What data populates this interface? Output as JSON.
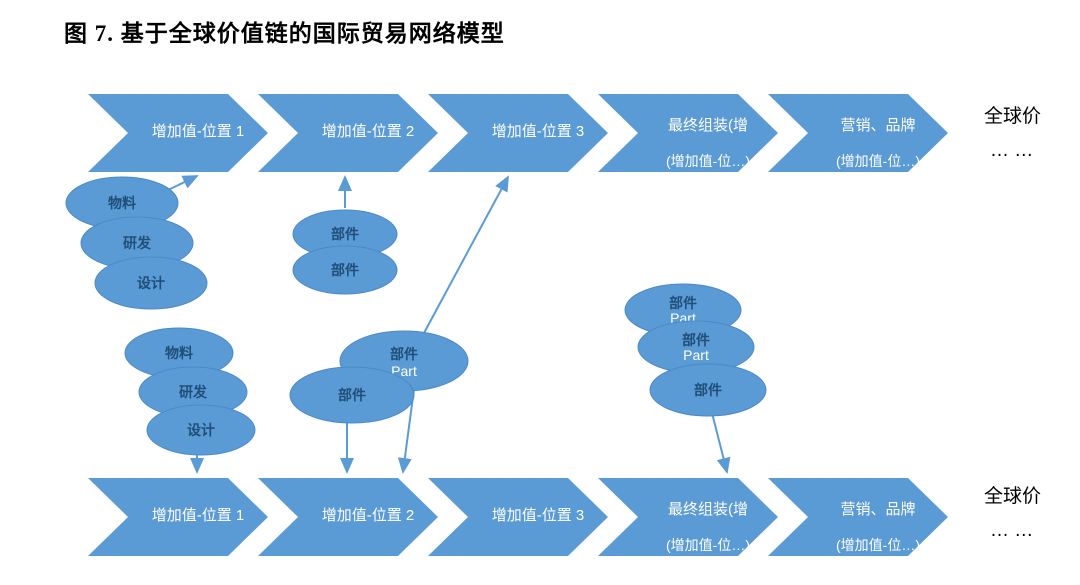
{
  "title": "图 7. 基于全球价值链的国际贸易网络模型",
  "colors": {
    "shape_blue": "#5B9BD5",
    "shape_stroke": "#4A89C8",
    "arrow_text": "#FFFFFF",
    "ellipse_text": "#1F4E79",
    "plain_text": "#000000"
  },
  "top_arrows": [
    {
      "line1": "增加值-位置 1",
      "line2": ""
    },
    {
      "line1": "增加值-位置 2",
      "line2": ""
    },
    {
      "line1": "增加值-位置 3",
      "line2": ""
    },
    {
      "line1": "最终组装(增",
      "line2": "(增加值-位…)"
    },
    {
      "line1": "营销、品牌",
      "line2": "(增加值-位…)"
    }
  ],
  "bottom_arrows": [
    {
      "line1": "增加值-位置 1",
      "line2": ""
    },
    {
      "line1": "增加值-位置 2",
      "line2": ""
    },
    {
      "line1": "增加值-位置 3",
      "line2": ""
    },
    {
      "line1": "最终组装(增",
      "line2": "(增加值-位…)"
    },
    {
      "line1": "营销、品牌",
      "line2": "(增加值-位…)"
    }
  ],
  "top_end": {
    "line1": "全球价",
    "line2": "… …"
  },
  "bottom_end": {
    "line1": "全球价",
    "line2": "… …"
  },
  "ellipses": {
    "top_left": [
      {
        "label": "物料"
      },
      {
        "label": "研发"
      },
      {
        "label": "设计"
      }
    ],
    "top_mid": [
      {
        "label": "部件"
      },
      {
        "label": "部件"
      }
    ],
    "middle": [
      {
        "label": "部件",
        "sublabel": "Part"
      },
      {
        "label": "部件",
        "sublabel": ""
      }
    ],
    "bottom_left": [
      {
        "label": "物料"
      },
      {
        "label": "研发"
      },
      {
        "label": "设计"
      }
    ],
    "right": [
      {
        "label": "部件",
        "sublabel": "Part"
      },
      {
        "label": "部件",
        "sublabel": "Part"
      },
      {
        "label": "部件",
        "sublabel": ""
      }
    ]
  }
}
